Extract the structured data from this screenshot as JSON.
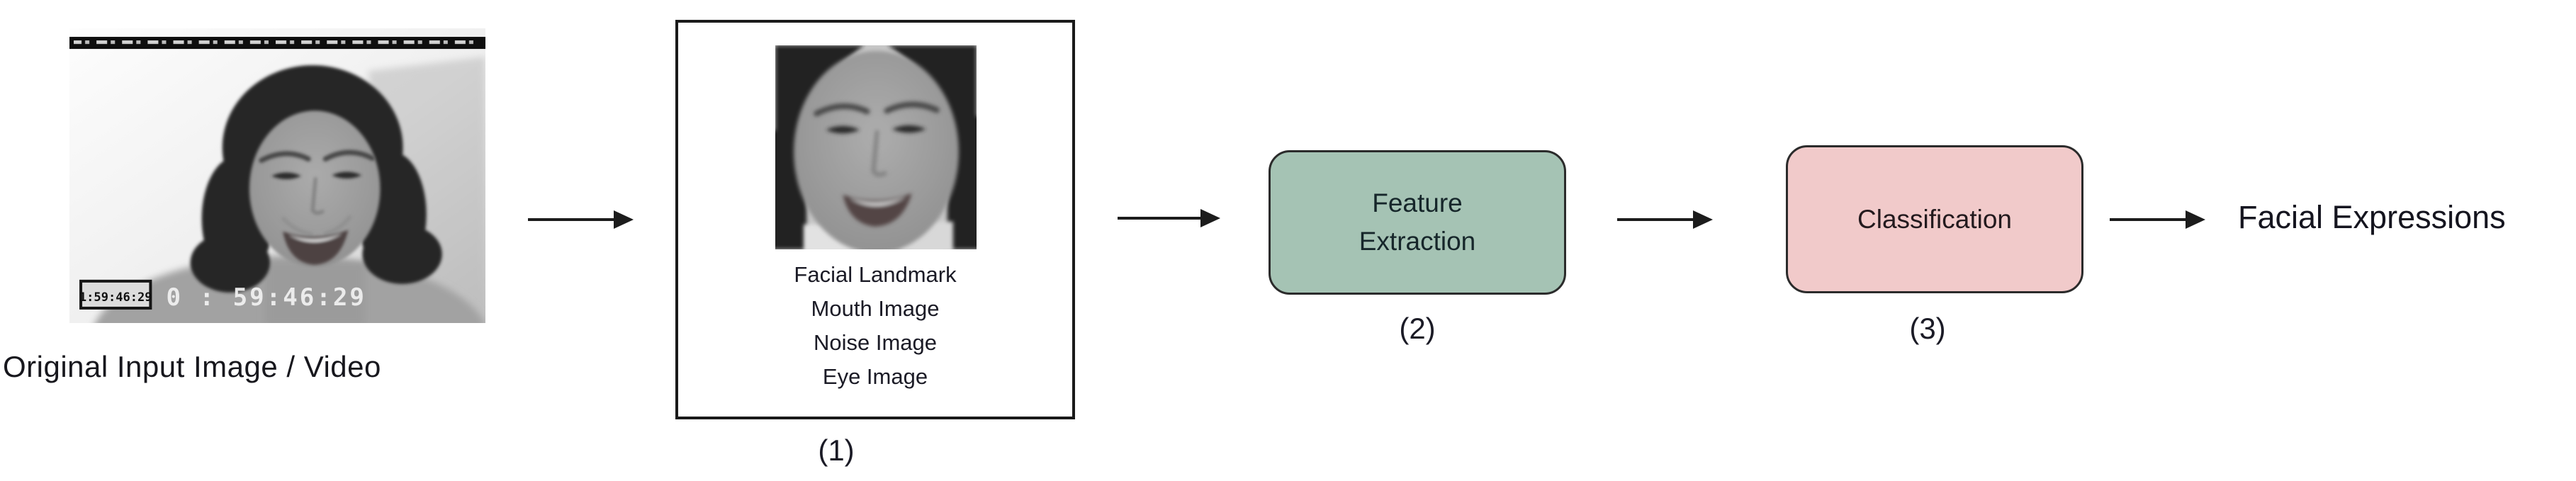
{
  "diagram": {
    "input": {
      "label": "Original Input Image / Video",
      "timestamp_badge": "1:59:46:29",
      "timestamp": "0 : 59:46:29",
      "description": "grayscale video frame of smiling woman"
    },
    "stage1": {
      "number": "(1)",
      "lines": [
        "Facial Landmark",
        "Mouth Image",
        "Noise Image",
        "Eye Image"
      ],
      "description": "cropped grayscale face image"
    },
    "stage2": {
      "number": "(2)",
      "lines": [
        "Feature",
        "Extraction"
      ],
      "fill_color": "#a5c3b4"
    },
    "stage3": {
      "number": "(3)",
      "label": "Classification",
      "fill_color": "#f1caca"
    },
    "output": {
      "label": "Facial Expressions"
    },
    "arrow_color": "#1c1c1c",
    "border_color": "#1a1a1a"
  }
}
